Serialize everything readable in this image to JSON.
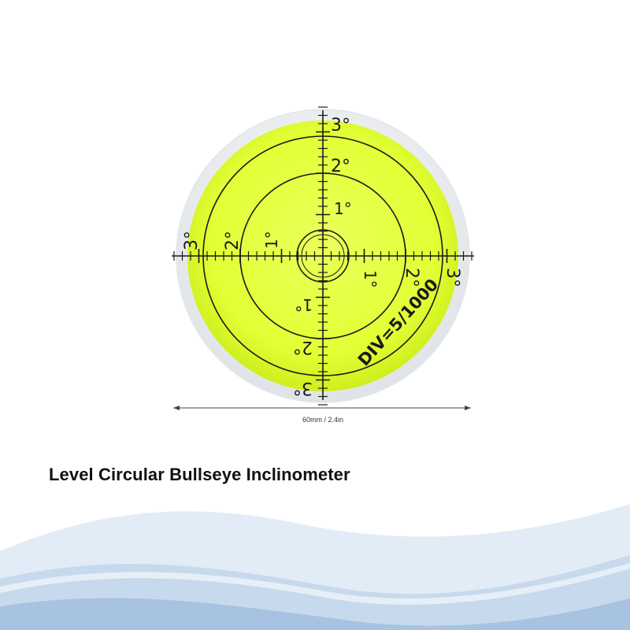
{
  "product": {
    "title": "Level Circular Bullseye Inclinometer",
    "dimension_label": "60mm / 2.4in",
    "division_label": "DIV=5/1000",
    "ring_labels": [
      "1°",
      "2°",
      "3°"
    ]
  },
  "colors": {
    "liquid": "#e3ff3a",
    "liquid_edge": "#d2f51a",
    "rim": "#eef0f2",
    "ink": "#1a1a1a",
    "wave_light": "#d9e6f3",
    "wave_mid": "#b7cde6",
    "wave_dark": "#8fb0d6"
  }
}
